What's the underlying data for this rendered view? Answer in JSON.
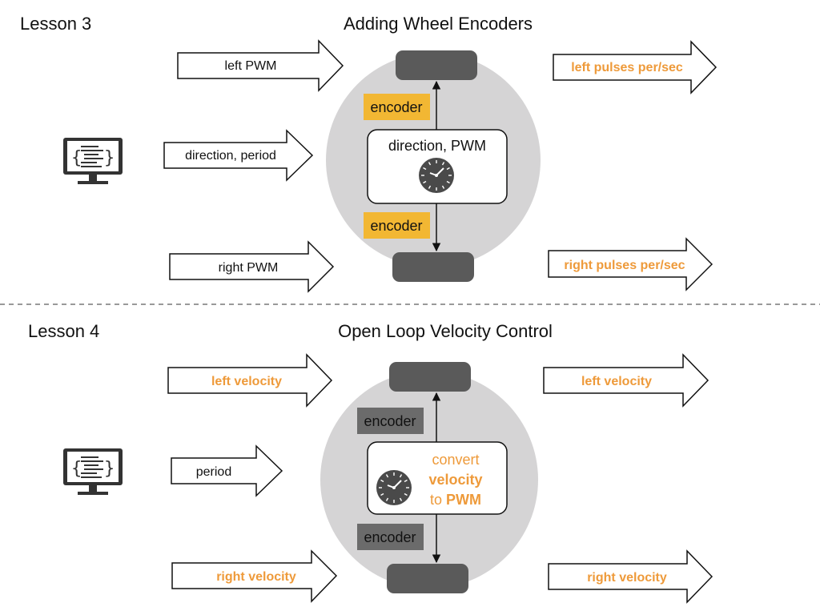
{
  "colors": {
    "orange": "#ee9a3a",
    "encoder_yellow": "#f2b733",
    "encoder_gray": "#6b6b6b",
    "wheel": "#5a5a5a",
    "robot_body": "#d5d4d5"
  },
  "lesson3": {
    "label": "Lesson 3",
    "title": "Adding Wheel Encoders",
    "inputs": {
      "left": "left PWM",
      "middle": "direction, period",
      "right": "right PWM"
    },
    "outputs": {
      "left": "left pulses per/sec",
      "right": "right pulses per/sec"
    },
    "encoder_top": "encoder",
    "encoder_bottom": "encoder",
    "controller": "direction, PWM",
    "icons": [
      "computer-code-icon",
      "clock-icon"
    ]
  },
  "lesson4": {
    "label": "Lesson 4",
    "title": "Open Loop Velocity Control",
    "inputs": {
      "left": "left velocity",
      "middle": "period",
      "right": "right velocity"
    },
    "outputs": {
      "left": "left velocity",
      "right": "right velocity"
    },
    "encoder_top": "encoder",
    "encoder_bottom": "encoder",
    "controller": {
      "line1": "convert",
      "line2": "velocity",
      "line3_a": "to ",
      "line3_b": "PWM"
    },
    "icons": [
      "computer-code-icon",
      "clock-icon"
    ]
  }
}
